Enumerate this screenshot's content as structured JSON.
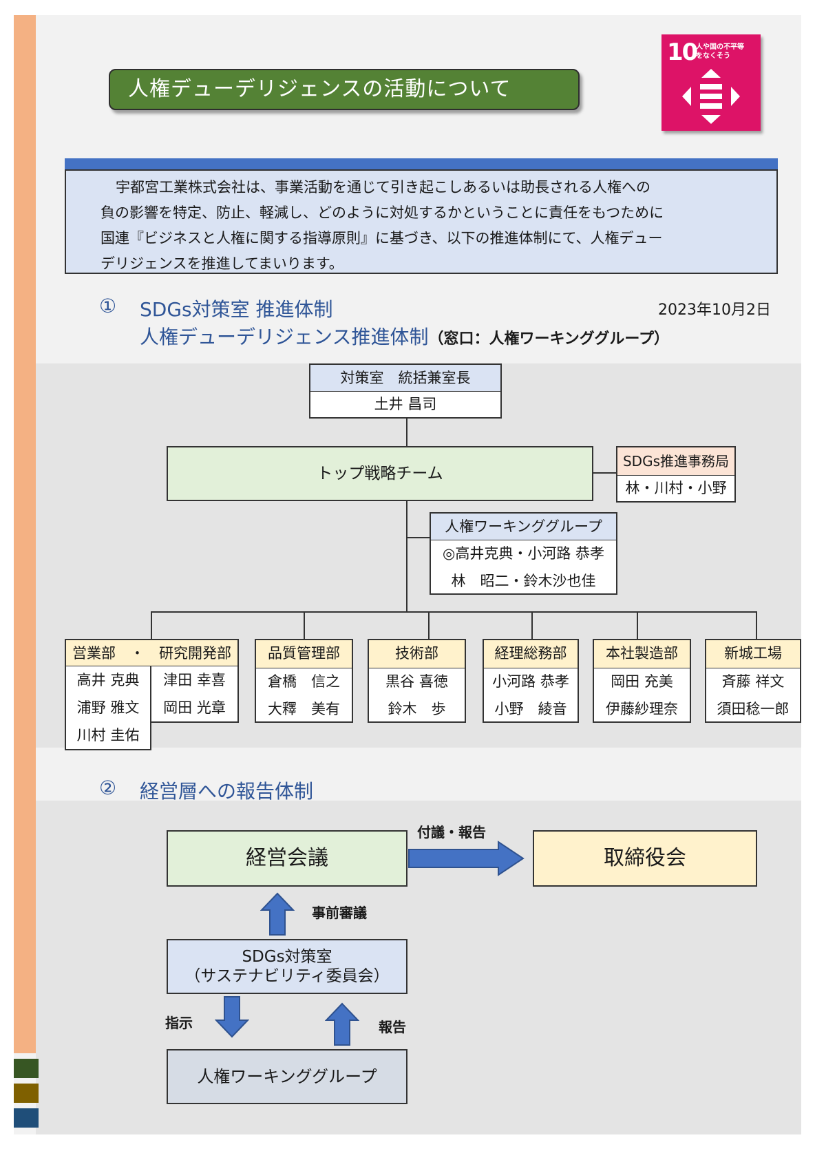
{
  "header": {
    "title": "人権デューデリジェンスの活動について",
    "sdg": {
      "number": "10",
      "text_line1": "人や国の不平等",
      "text_line2": "をなくそう",
      "icon": "equality-icon",
      "color": "#dd1367"
    }
  },
  "intro": {
    "lines": [
      "宇都宮工業株式会社は、事業活動を通じて引き起こしあるいは助長される人権への",
      "負の影響を特定、防止、軽減し、どのように対処するかということに責任をもつために",
      "国連『ビジネスと人権に関する指導原則』に基づき、以下の推進体制にて、人権デュー",
      "デリジェンスを推進してまいります。"
    ]
  },
  "section1": {
    "number": "①",
    "title_line1": "SDGs対策室 推進体制",
    "title_line2": "人権デューデリジェンス推進体制",
    "title_note": "（窓口：人権ワーキンググループ）",
    "date": "2023年10月2日"
  },
  "org": {
    "head": {
      "role": "対策室　統括兼室長",
      "name": "土井 昌司"
    },
    "top_team": "トップ戦略チーム",
    "secretariat": {
      "title": "SDGs推進事務局",
      "members": "林・川村・小野"
    },
    "wg": {
      "title": "人権ワーキンググループ",
      "line1": "◎高井克典・小河路 恭孝",
      "line2": "林　昭二・鈴木沙也佳"
    },
    "departments": [
      {
        "title": "営業部　・　研究開発部",
        "col1": [
          "高井 克典",
          "浦野 雅文",
          "川村 圭佑"
        ],
        "col2": [
          "津田 幸喜",
          "岡田 光章"
        ]
      },
      {
        "title": "品質管理部",
        "members": [
          "倉橋　信之",
          "大釋　美有"
        ]
      },
      {
        "title": "技術部",
        "members": [
          "黒谷 喜徳",
          "鈴木　歩"
        ]
      },
      {
        "title": "経理総務部",
        "members": [
          "小河路 恭孝",
          "小野　綾音"
        ]
      },
      {
        "title": "本社製造部",
        "members": [
          "岡田 充美",
          "伊藤紗理奈"
        ]
      },
      {
        "title": "新城工場",
        "members": [
          "斉藤 祥文",
          "須田稔一郎"
        ]
      }
    ]
  },
  "section2": {
    "number": "②",
    "title": "経営層への報告体制"
  },
  "report": {
    "management_meeting": "経営会議",
    "board": "取締役会",
    "arrow_to_board": "付議・報告",
    "arrow_pre_review": "事前審議",
    "sdgs_office_line1": "SDGs対策室",
    "sdgs_office_line2": "（サステナビリティ委員会）",
    "arrow_instruct": "指示",
    "arrow_report": "報告",
    "wg": "人権ワーキンググループ"
  },
  "colors": {
    "title_green": "#548235",
    "header_blue": "#dae3f3",
    "header_cream": "#fff2cc",
    "light_green": "#e2f0d9",
    "arrow_blue": "#4472c4",
    "accent_orange": "#f4b183"
  }
}
